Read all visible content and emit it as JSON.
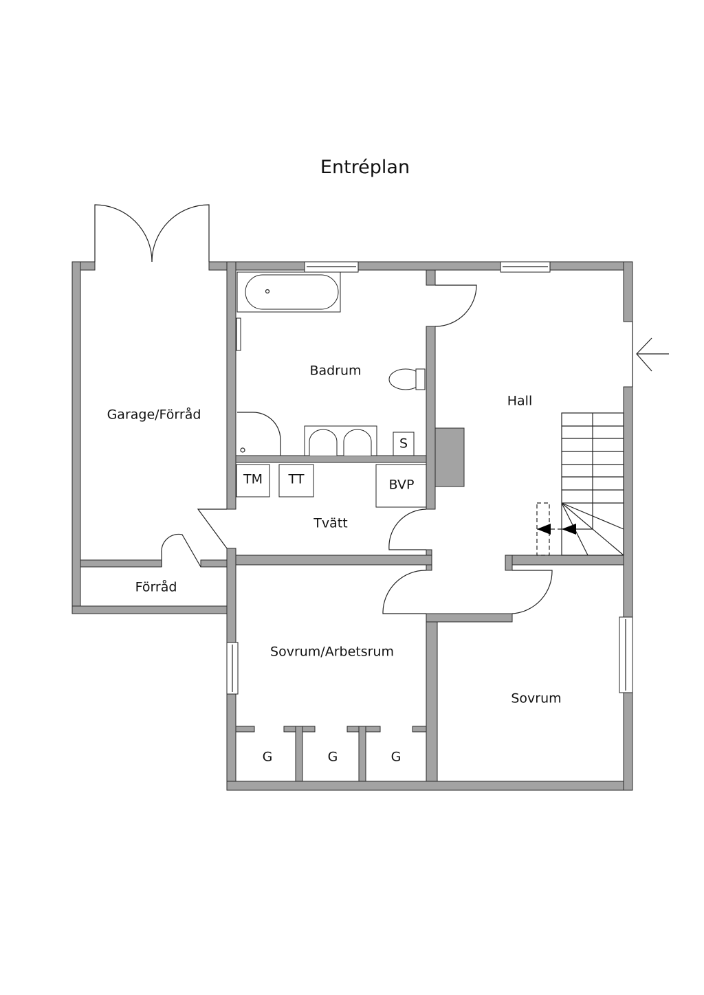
{
  "title": "Entréplan",
  "rooms": {
    "garage": "Garage/Förråd",
    "badrum": "Badrum",
    "hall": "Hall",
    "tvatt": "Tvätt",
    "forrad": "Förråd",
    "sovrum_arbetsrum": "Sovrum/Arbetsrum",
    "sovrum": "Sovrum"
  },
  "fixtures": {
    "tm": "TM",
    "tt": "TT",
    "bvp": "BVP",
    "s": "S",
    "g1": "G",
    "g2": "G",
    "g3": "G"
  },
  "colors": {
    "wall": "#a3a3a3",
    "line": "#222222"
  }
}
